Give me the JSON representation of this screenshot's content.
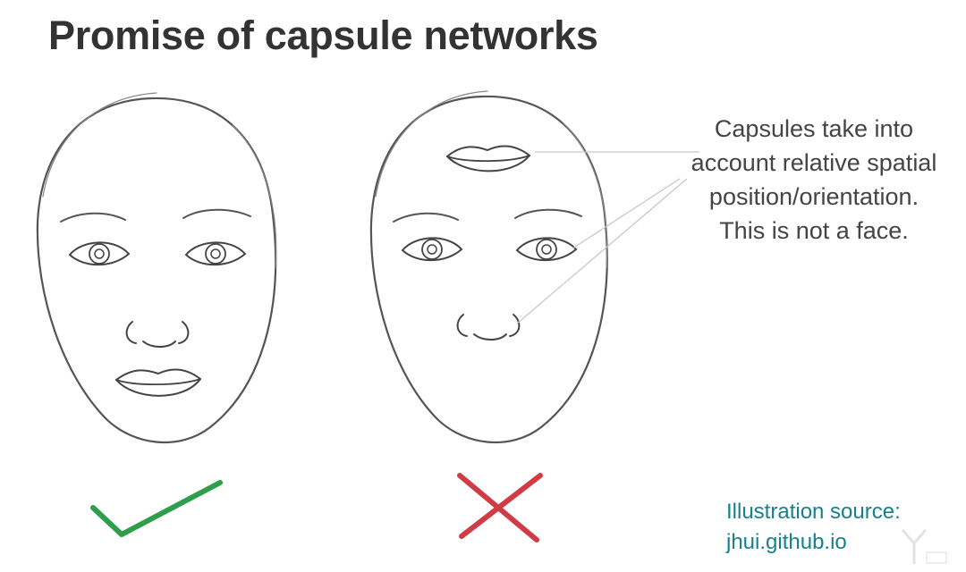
{
  "title": "Promise of capsule networks",
  "caption": {
    "lines": [
      "Capsules take into",
      "account relative spatial",
      "position/orientation.",
      "This is not a face."
    ]
  },
  "source": {
    "line1": "Illustration source:",
    "line2": "jhui.github.io"
  },
  "marks": {
    "correct": {
      "icon": "checkmark-icon",
      "color": "#2e9e4a"
    },
    "incorrect": {
      "icon": "cross-icon",
      "color": "#d13b45"
    }
  },
  "faces": {
    "left": {
      "arrangement": "normal face"
    },
    "right": {
      "arrangement": "mouth above eyes"
    }
  }
}
